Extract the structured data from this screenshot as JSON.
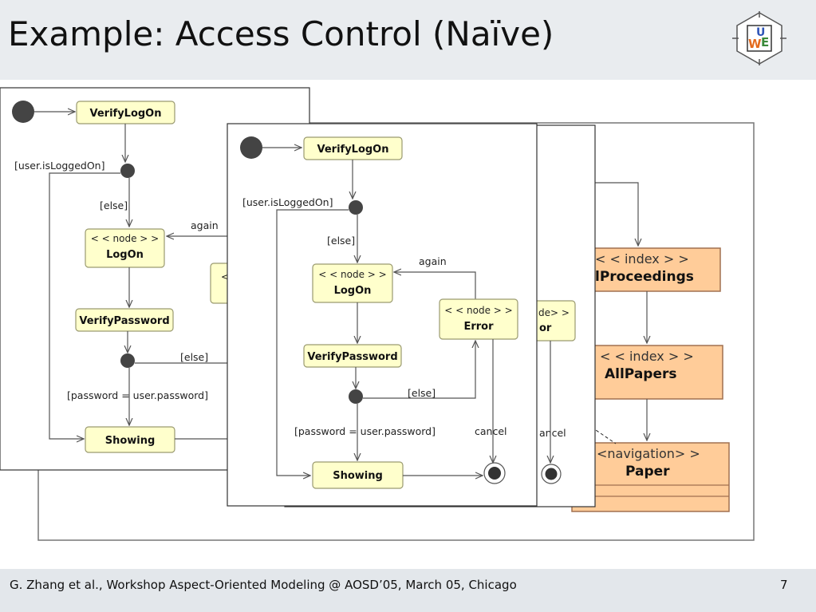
{
  "slide": {
    "title": "Example: Access Control (Naïve)",
    "footer": "G. Zhang et al., Workshop Aspect-Oriented Modeling @ AOSD’05, March 05, Chicago",
    "page_number": "7"
  },
  "logo": {
    "letters": [
      "U",
      "W",
      "E"
    ],
    "colors": [
      "#2f55b8",
      "#e46b1e",
      "#3a8a3a"
    ]
  },
  "nav_model": {
    "index1": {
      "stereotype": "< < index > >",
      "name": "lProceedings"
    },
    "index2": {
      "stereotype": "< < index > >",
      "name": "AllPapers"
    },
    "navigation": {
      "stereotype": "<navigation> >",
      "name": "Paper"
    }
  },
  "left_state_machine": {
    "states": {
      "verify_logon": "VerifyLogOn",
      "logon_stereotype": "< < node > >",
      "logon": "LogOn",
      "verify_password": "VerifyPassword",
      "showing": "Showing"
    },
    "labels": {
      "logged_on": "[user.isLoggedOn]",
      "else1": "[else]",
      "again": "again",
      "else2": "[else]",
      "password": "[password = user.password]"
    },
    "partial_error_stereotype": "<"
  },
  "middle_state_machine": {
    "partial_error_stereotype": "de> >",
    "partial_error_name": "or",
    "partial_cancel": "ancel"
  },
  "front_state_machine": {
    "states": {
      "verify_logon": "VerifyLogOn",
      "logon_stereotype": "< < node > >",
      "logon": "LogOn",
      "verify_password": "VerifyPassword",
      "showing": "Showing",
      "error_stereotype": "< < node > >",
      "error": "Error"
    },
    "labels": {
      "logged_on": "[user.isLoggedOn]",
      "else1": "[else]",
      "again": "again",
      "else2": "[else]",
      "password": "[password = user.password]",
      "cancel": "cancel"
    }
  },
  "colors": {
    "state_fill": "#ffffcc",
    "state_stroke": "#9a9a70",
    "nav_fill": "#ffcc99",
    "nav_stroke": "#a07050",
    "header_bg": "#e9ecef",
    "footer_bg": "#e3e7eb"
  }
}
